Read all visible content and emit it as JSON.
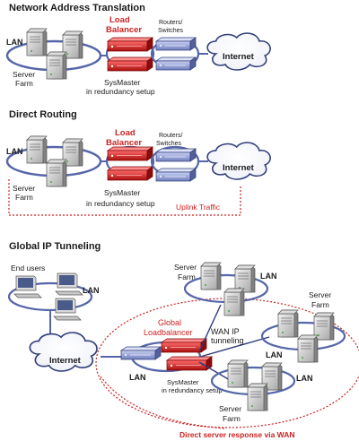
{
  "sections": [
    {
      "title": "Network Address Translation",
      "lan": "LAN",
      "server_farm": [
        "Server",
        "Farm"
      ],
      "load_balancer": [
        "Load",
        "Balancer"
      ],
      "routers": [
        "Routers/",
        "Switches"
      ],
      "internet": "Internet",
      "sysmaster": [
        "SysMaster",
        "in redundancy setup"
      ]
    },
    {
      "title": "Direct Routing",
      "lan": "LAN",
      "server_farm": [
        "Server",
        "Farm"
      ],
      "load_balancer": [
        "Load",
        "Balancer"
      ],
      "routers": [
        "Routers/",
        "Switches"
      ],
      "internet": "Internet",
      "sysmaster": [
        "SysMaster",
        "in redundancy setup"
      ],
      "uplink": "Uplink Traffic"
    },
    {
      "title": "Global IP Tunneling",
      "end_users": "End users",
      "lan_users": "LAN",
      "internet": "Internet",
      "lan_gateway": "LAN",
      "global_lb": [
        "Global",
        "Loadbalancer"
      ],
      "sysmaster": [
        "SysMaster",
        "in redundancy setup"
      ],
      "wan_tunnel": [
        "WAN IP",
        "tunneling"
      ],
      "farm_top": [
        "Server",
        "Farm"
      ],
      "lan_top": "LAN",
      "farm_right": [
        "Server",
        "Farm"
      ],
      "lan_right": "LAN",
      "farm_bottom": [
        "Server",
        "Farm"
      ],
      "lan_bottom": "LAN",
      "response": "Direct server response via WAN"
    }
  ],
  "colors": {
    "network_ring": "#5566a8",
    "load_balancer": "#cc2222",
    "router": "#7f8fc8",
    "traffic": "#cc2222",
    "text": "#1a1a1a"
  }
}
